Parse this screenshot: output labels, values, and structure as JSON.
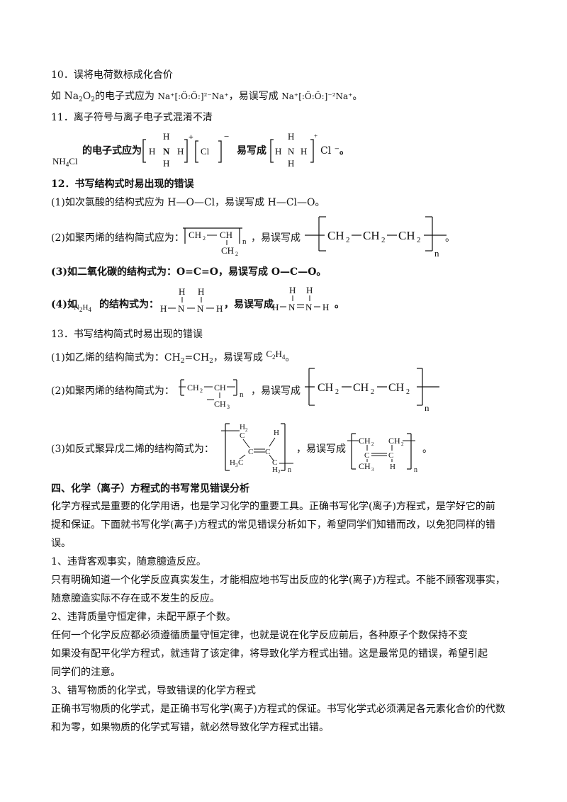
{
  "s10": {
    "heading": "10．误将电荷数标成化合价",
    "pre": "如 Na",
    "mid": "的电子式应为",
    "wrong_label": "，易误写成",
    "end": "。",
    "correct_formula": "Na⁺[:Ö:Ö:]²⁻Na⁺",
    "wrong_formula": "Na⁺[:Ö:Ö:]⁻²Na⁺"
  },
  "s11": {
    "heading": "11．离子符号与离子电子式混淆不清",
    "compound": "NH",
    "compound_tail": "Cl",
    "mid": "的电子式应为",
    "wrong_label": "易写成",
    "end": "。",
    "cl_minus": "Cl ⁻"
  },
  "s12": {
    "heading": "12．书写结构式时易出现的错误",
    "l1": "(1)如次氯酸的结构式应为 H—O—Cl，易误写成 H—Cl—O。",
    "l2_pre": "(2)如聚丙烯的结构简式应为：",
    "l2_mid": "，易误写成",
    "l2_end": "。",
    "l3": "(3)如二氧化碳的结构式为：O=C=O，易误写成 O—C—O。",
    "l4_pre": "(4)如",
    "l4_n2h4": "N",
    "l4_mid": "的结构式为：",
    "l4_wrong": "，易误写成",
    "l4_end": "。"
  },
  "s13": {
    "heading": "13．书写结构简式时易出现的错误",
    "l1_pre": "(1)如乙烯的结构简式为：CH",
    "l1_mid": "=CH",
    "l1_wrong": "，易误写成",
    "l1_c2h4": "C",
    "l1_end": "。",
    "l2_pre": "(2)如聚丙烯的结构简式为：",
    "l2_mid": "，易误写成",
    "l3_pre": "(3)如反式聚异戊二烯的结构简式为：",
    "l3_mid": "，易误写成",
    "l3_end": "。"
  },
  "s4": {
    "heading": "四、化学（离子）方程式的书写常见错误分析",
    "p1": "化学方程式是重要的化学用语，也是学习化学的重要工具。正确书写化学(离子)方程式，是学好它的前",
    "p2": "提和保证。下面就书写化学(离子)方程式的常见错误分析如下，希望同学们知错而改，以免犯同样的错",
    "p3": "误。",
    "h1": "1、违背客观事实，随意臆造反应。",
    "p4": "只有明确知道一个化学反应真实发生，才能相应地书写出反应的化学(离子)方程式。不能不顾客观事实，",
    "p5": "随意臆造实际不存在或不发生的反应。",
    "h2": "2、违背质量守恒定律，未配平原子个数。",
    "p6": "任何一个化学反应都必须遵循质量守恒定律，也就是说在化学反应前后，各种原子个数保持不变",
    "p7": "如果没有配平化学方程式，就违背了该定律，将导致化学方程式出错。这是最常见的错误，希望引起",
    "p8": "同学们的注意。",
    "h3": "3、错写物质的化学式，导致错误的化学方程式",
    "p9": "正确书写物质的化学式，是正确书写化学(离子)方程式的保证。书写化学式必须满足各元素化合价的代数",
    "p10": "和为零，如果物质的化学式写错，就必然导致化学方程式出错。"
  },
  "chem": {
    "H": "H",
    "N": "N",
    "Cl": "Cl",
    "CH2": "CH",
    "CH": "CH",
    "CH3": "CH",
    "C": "C",
    "H2": "H",
    "H3C": "H",
    "n": "n",
    "two": "2",
    "three": "3",
    "four": "4",
    "plus": "+",
    "minus": "−",
    "dots": ":"
  }
}
